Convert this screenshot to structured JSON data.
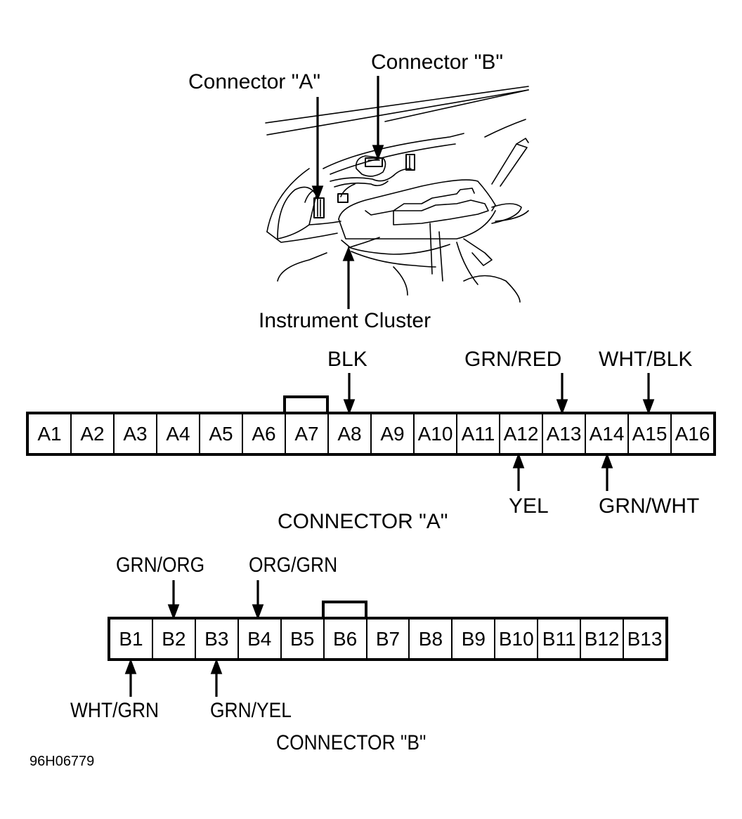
{
  "illustration": {
    "labels": {
      "connector_a": "Connector \"A\"",
      "connector_b": "Connector \"B\"",
      "instrument_cluster": "Instrument Cluster"
    }
  },
  "connector_a": {
    "title": "CONNECTOR \"A\"",
    "pins": [
      "A1",
      "A2",
      "A3",
      "A4",
      "A5",
      "A6",
      "A7",
      "A8",
      "A9",
      "A10",
      "A11",
      "A12",
      "A13",
      "A14",
      "A15",
      "A16"
    ],
    "key_pin": "A7",
    "wires_top": [
      {
        "pin": "A8",
        "color": "BLK"
      },
      {
        "pin": "A13",
        "color": "GRN/RED"
      },
      {
        "pin": "A15",
        "color": "WHT/BLK"
      }
    ],
    "wires_bottom": [
      {
        "pin": "A12",
        "color": "YEL"
      },
      {
        "pin": "A14",
        "color": "GRN/WHT"
      }
    ]
  },
  "connector_b": {
    "title": "CONNECTOR \"B\"",
    "pins": [
      "B1",
      "B2",
      "B3",
      "B4",
      "B5",
      "B6",
      "B7",
      "B8",
      "B9",
      "B10",
      "B11",
      "B12",
      "B13"
    ],
    "key_pin": "B6",
    "wires_top": [
      {
        "pin": "B2",
        "color": "GRN/ORG"
      },
      {
        "pin": "B4",
        "color": "ORG/GRN"
      }
    ],
    "wires_bottom": [
      {
        "pin": "B1",
        "color": "WHT/GRN"
      },
      {
        "pin": "B3",
        "color": "GRN/YEL"
      }
    ]
  },
  "figure_id": "96H06779"
}
